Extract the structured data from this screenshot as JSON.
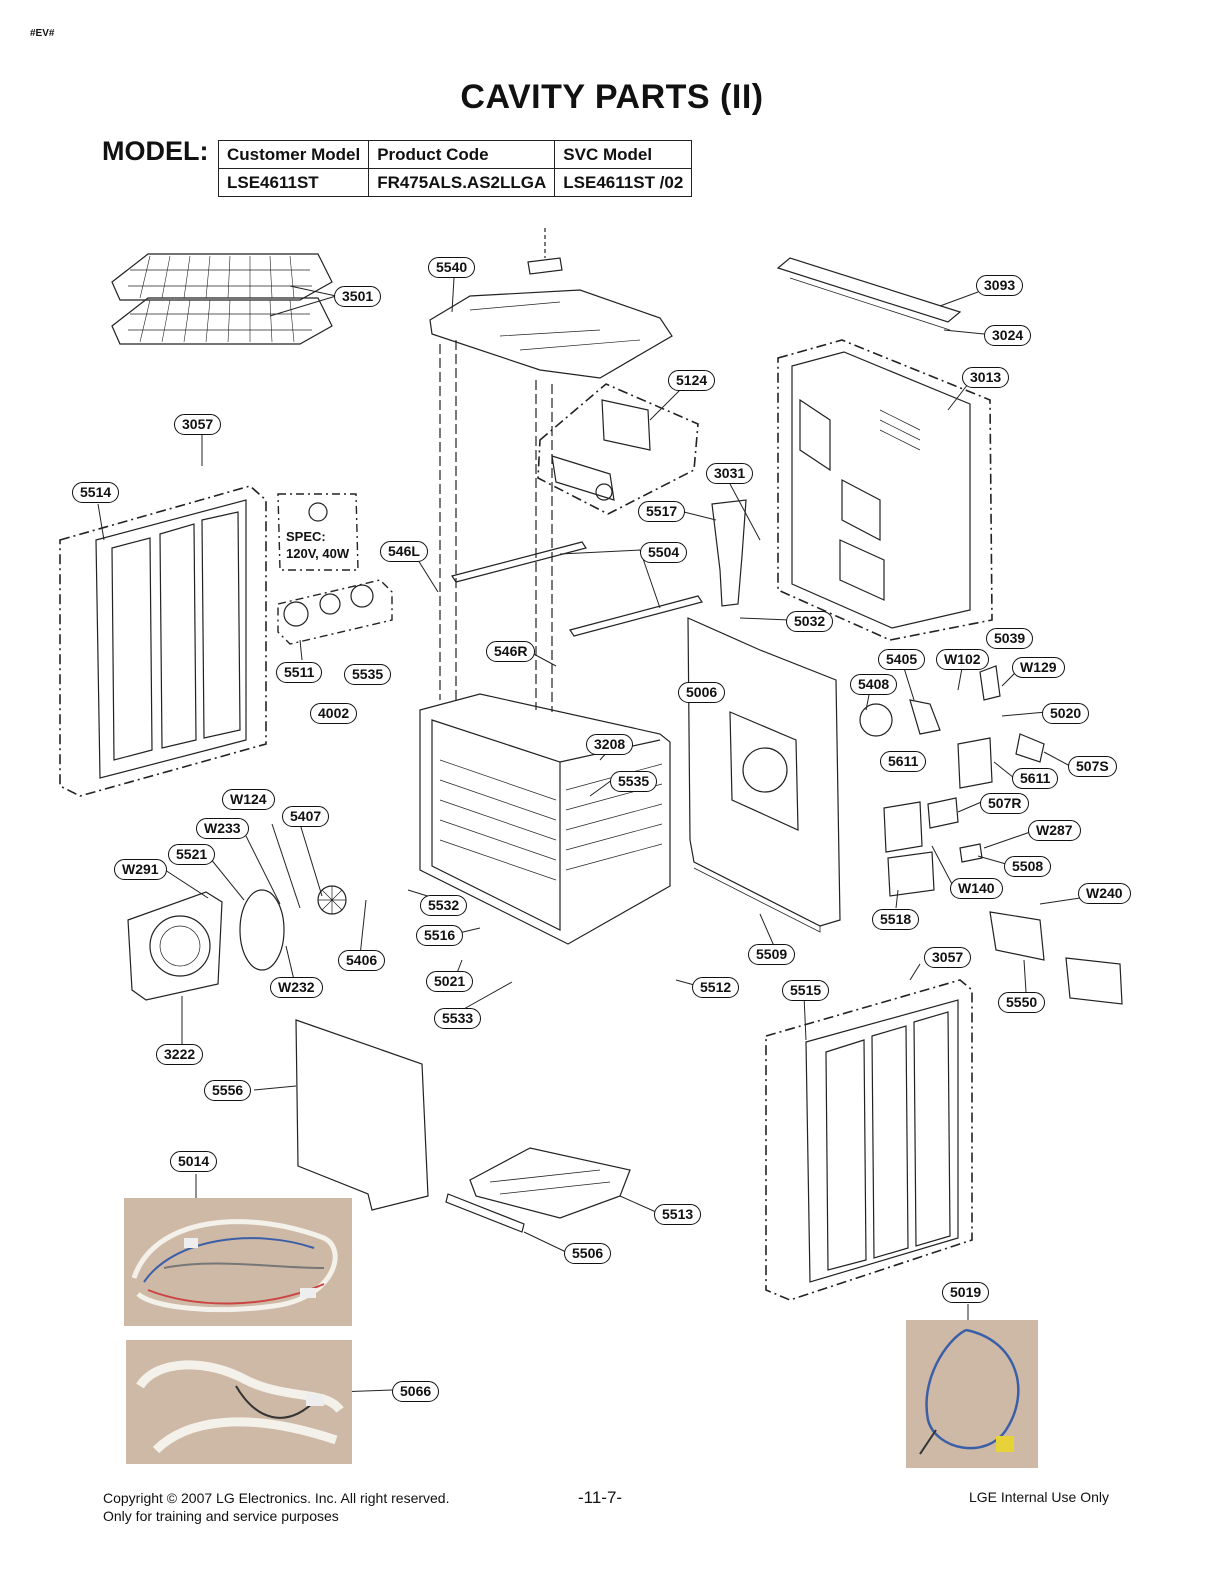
{
  "doc_tag": "#EV#",
  "title": "CAVITY PARTS (II)",
  "model": {
    "label": "MODEL:",
    "headers": [
      "Customer Model",
      "Product Code",
      "SVC Model"
    ],
    "row": [
      "LSE4611ST",
      "FR475ALS.AS2LLGA",
      "LSE4611ST /02"
    ]
  },
  "spec": {
    "line1": "SPEC:",
    "line2": "120V, 40W"
  },
  "callouts": {
    "c5540": "5540",
    "c3501": "3501",
    "c3093": "3093",
    "c3024": "3024",
    "c3013": "3013",
    "c5124": "5124",
    "c3057a": "3057",
    "c5514": "5514",
    "c3031": "3031",
    "c5517": "5517",
    "c546L": "546L",
    "c5504": "5504",
    "c5032": "5032",
    "c5039": "5039",
    "c546R": "546R",
    "c5511": "5511",
    "c5535a": "5535",
    "c5405": "5405",
    "cW102": "W102",
    "cW129": "W129",
    "c5006": "5006",
    "c5408": "5408",
    "c4002": "4002",
    "c5020": "5020",
    "c3208": "3208",
    "c5535b": "5535",
    "c5611a": "5611",
    "c5611b": "5611",
    "c507S": "507S",
    "cW124": "W124",
    "c507R": "507R",
    "c5407": "5407",
    "cW233": "W233",
    "cW287": "W287",
    "c5521": "5521",
    "cW291": "W291",
    "c5508": "5508",
    "cW140": "W140",
    "cW240": "W240",
    "c5532": "5532",
    "c5518": "5518",
    "c5516": "5516",
    "c5509": "5509",
    "c5406": "5406",
    "c3057b": "3057",
    "c5021": "5021",
    "cW232": "W232",
    "c5512": "5512",
    "c5515": "5515",
    "c5550": "5550",
    "c5533": "5533",
    "c3222": "3222",
    "c5556": "5556",
    "c5014": "5014",
    "c5513": "5513",
    "c5506": "5506",
    "c5019": "5019",
    "c5066": "5066"
  },
  "footer": {
    "copyright": "Copyright © 2007 LG Electronics. Inc. All right reserved.",
    "note": "Only for training and service purposes",
    "page": "-11-7-",
    "internal": "LGE Internal Use Only"
  },
  "colors": {
    "line": "#222222",
    "photo_background": "#cdb9a6",
    "harness_white": "#f4f1ea",
    "cable_blue": "#3a5fa8",
    "connector_yellow": "#e8d23a"
  }
}
